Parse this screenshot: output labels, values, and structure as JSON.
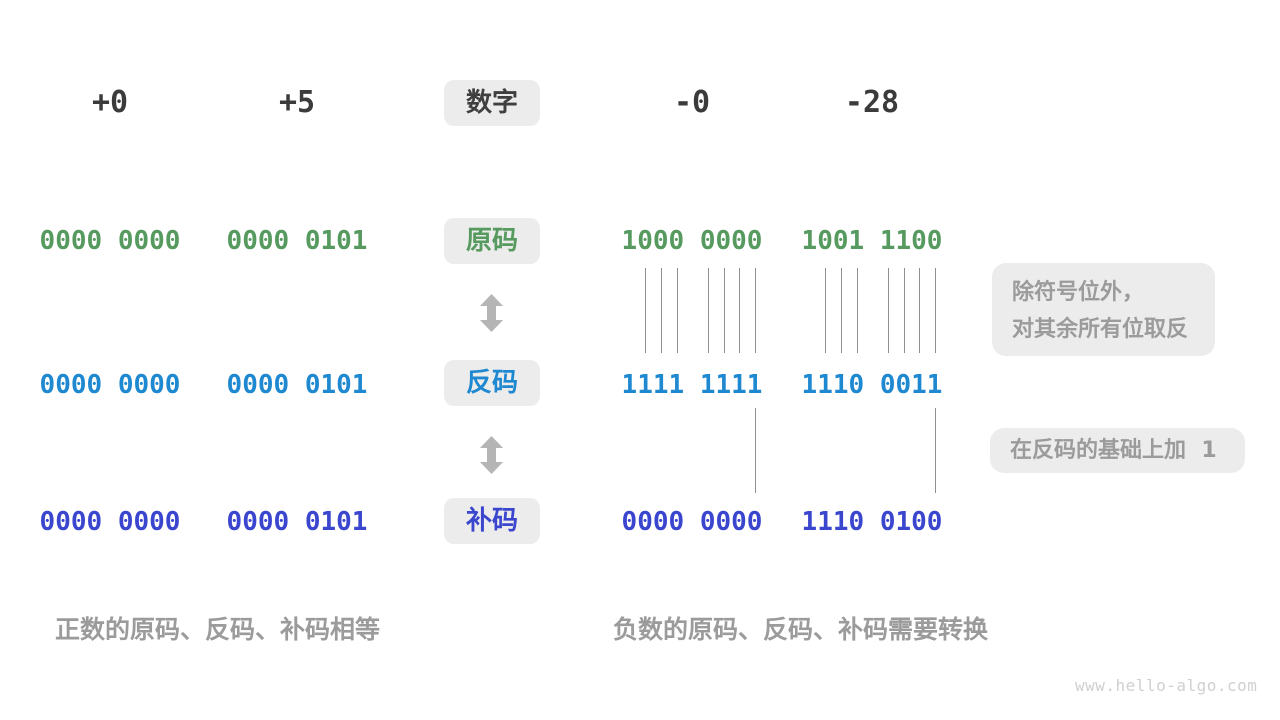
{
  "header": {
    "number_label": "数字"
  },
  "row_labels": {
    "sign": "原码",
    "ones": "反码",
    "twos": "补码"
  },
  "columns": [
    {
      "number": "+0",
      "sign": "0000 0000",
      "ones": "0000 0000",
      "twos": "0000 0000"
    },
    {
      "number": "+5",
      "sign": "0000 0101",
      "ones": "0000 0101",
      "twos": "0000 0101"
    },
    {
      "number": "-0",
      "sign": "1000 0000",
      "ones": "1111 1111",
      "twos": "0000 0000"
    },
    {
      "number": "-28",
      "sign": "1001 1100",
      "ones": "1110 0011",
      "twos": "1110 0100"
    }
  ],
  "annotations": {
    "invert_line1": "除符号位外，",
    "invert_line2": "对其余所有位取反",
    "add_one": "在反码的基础上加  1"
  },
  "captions": {
    "positive": "正数的原码、反码、补码相等",
    "negative": "负数的原码、反码、补码需要转换"
  },
  "watermark": "www.hello-algo.com",
  "colors": {
    "sign_code": "#569a5f",
    "ones_code": "#1e88d0",
    "twos_code": "#3b46ce",
    "number_text": "#3b3b3b",
    "note_text": "#9b9b9b",
    "box_bg": "#ececec",
    "arrow": "#b5b5b5",
    "tick_line": "#8f8f8f"
  }
}
